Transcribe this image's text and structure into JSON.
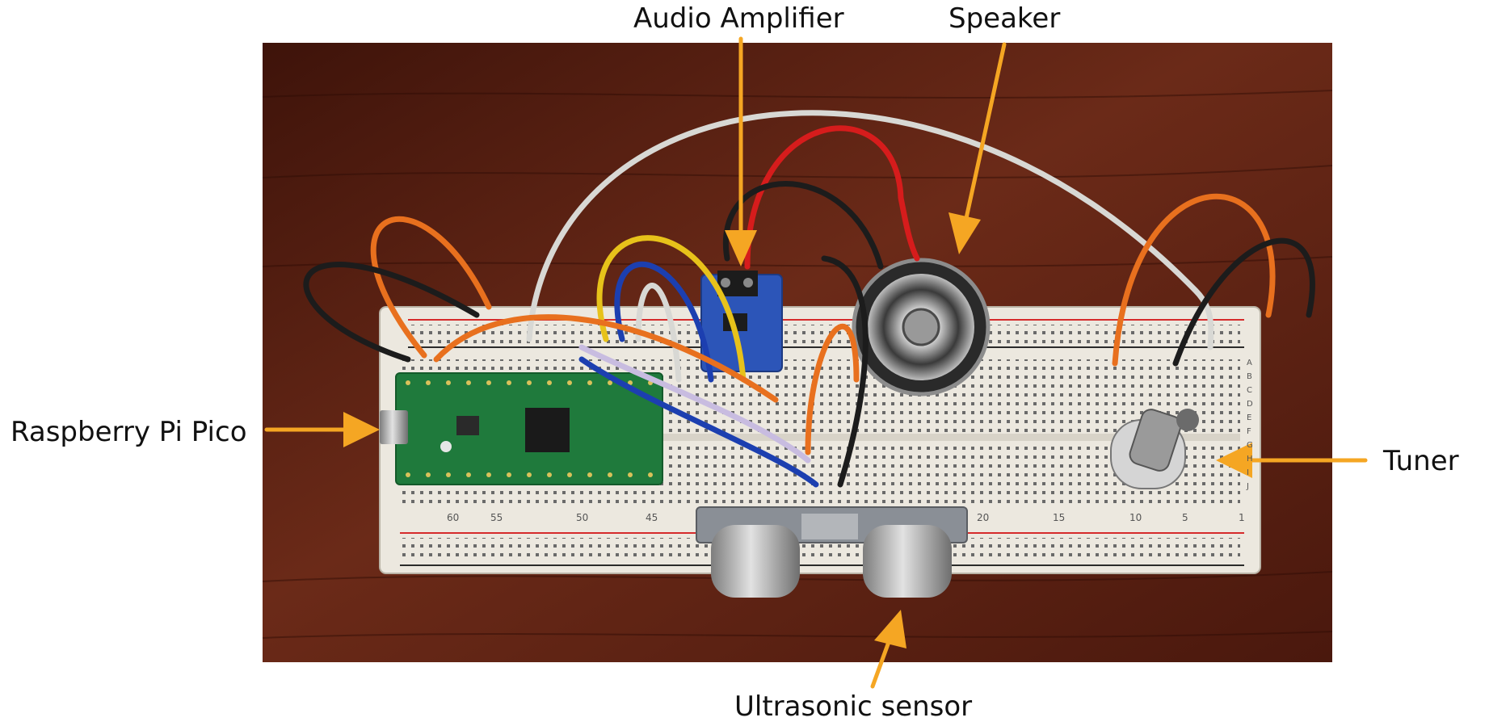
{
  "labels": {
    "audio_amplifier": "Audio Amplifier",
    "speaker": "Speaker",
    "raspberry_pi_pico": "Raspberry Pi Pico",
    "tuner": "Tuner",
    "ultrasonic_sensor": "Ultrasonic sensor"
  },
  "breadboard": {
    "column_numbers": [
      "60",
      "55",
      "50",
      "45",
      "20",
      "15",
      "10",
      "5",
      "1"
    ],
    "row_letters": [
      "A",
      "B",
      "C",
      "D",
      "E",
      "F",
      "G",
      "H",
      "I",
      "J"
    ]
  },
  "colors": {
    "arrow": "#f5a623",
    "table": "#5a1e12",
    "breadboard": "#ece8df",
    "pico_board": "#1f7a3c",
    "amp_board": "#2c55b8",
    "background": "#ffffff",
    "wire_orange": "#e8701e",
    "wire_black": "#1c1c1c",
    "wire_white": "#d8d8d4",
    "wire_red": "#d61c1c",
    "wire_yellow": "#e7c21a",
    "wire_blue": "#1c3fb0",
    "wire_lavender": "#c8bce0"
  }
}
